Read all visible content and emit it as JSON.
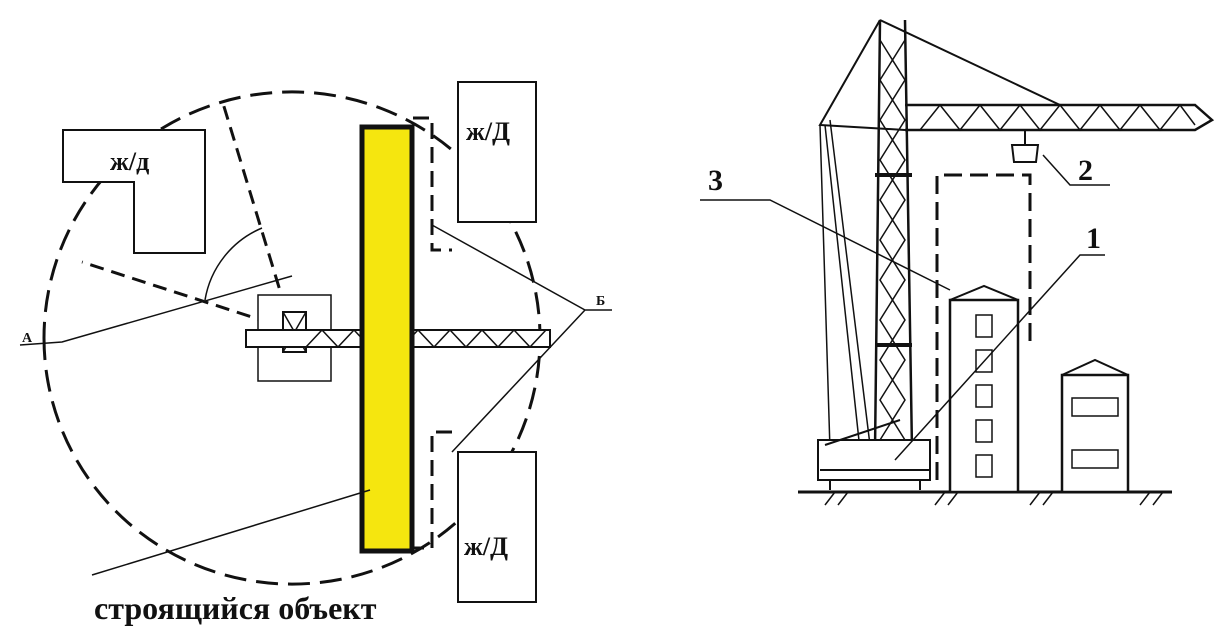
{
  "plan": {
    "building_top_label": "ж/Д",
    "building_left_label": "ж/д",
    "building_bottom_label": "ж/Д",
    "label_a": "А",
    "label_b": "Б",
    "caption": "строящийся объект"
  },
  "elevation": {
    "label_1": "1",
    "label_2": "2",
    "label_3": "3"
  },
  "colors": {
    "object_fill": "#f5e60f",
    "ink": "#111111"
  }
}
